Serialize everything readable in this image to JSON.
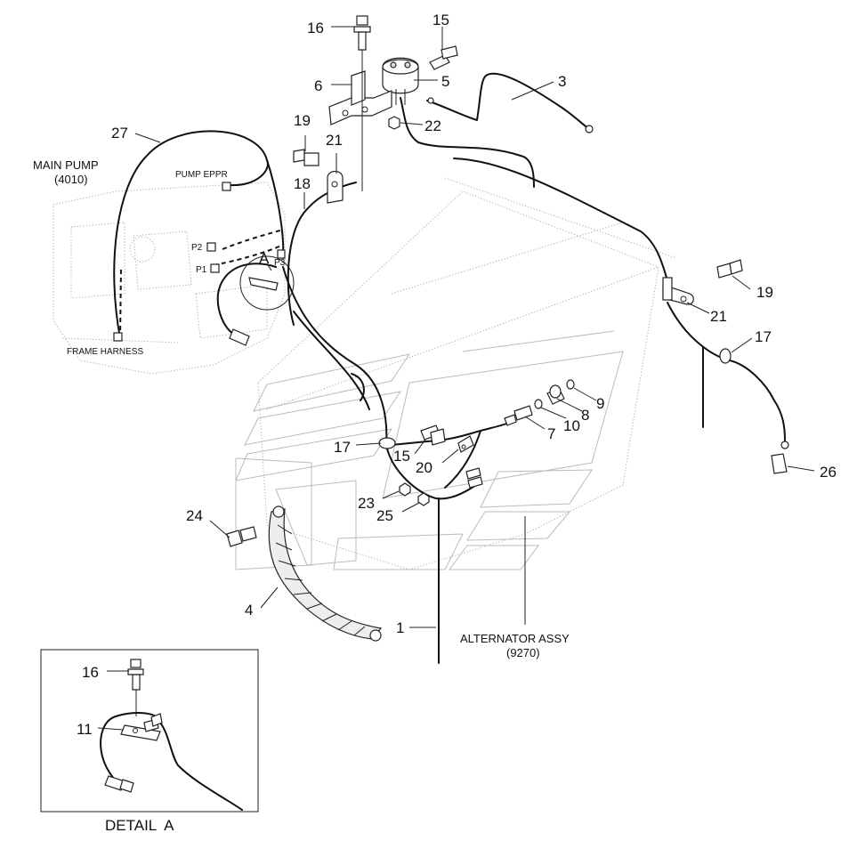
{
  "callouts": {
    "c1": "1",
    "c3": "3",
    "c4": "4",
    "c5": "5",
    "c6": "6",
    "c7": "7",
    "c8": "8",
    "c9": "9",
    "c10": "10",
    "c15a": "15",
    "c15b": "15",
    "c16": "16",
    "c17a": "17",
    "c17b": "17",
    "c18": "18",
    "c19a": "19",
    "c19b": "19",
    "c20": "20",
    "c21a": "21",
    "c21b": "21",
    "c22": "22",
    "c23": "23",
    "c24": "24",
    "c25": "25",
    "c26": "26",
    "c27": "27",
    "d16": "16",
    "d11": "11"
  },
  "labels": {
    "main_pump": "MAIN PUMP",
    "main_pump_code": "(4010)",
    "pump_eppr": "PUMP EPPR",
    "p1": "P1",
    "p2": "P2",
    "p3": "P3",
    "frame_harness": "FRAME HARNESS",
    "alternator": "ALTERNATOR ASSY",
    "alternator_code": "(9270)",
    "detail_marker": "A",
    "detail_title": "DETAIL  A"
  },
  "colors": {
    "line": "#111111",
    "ghost": "#aaaaaa",
    "background": "#ffffff"
  }
}
